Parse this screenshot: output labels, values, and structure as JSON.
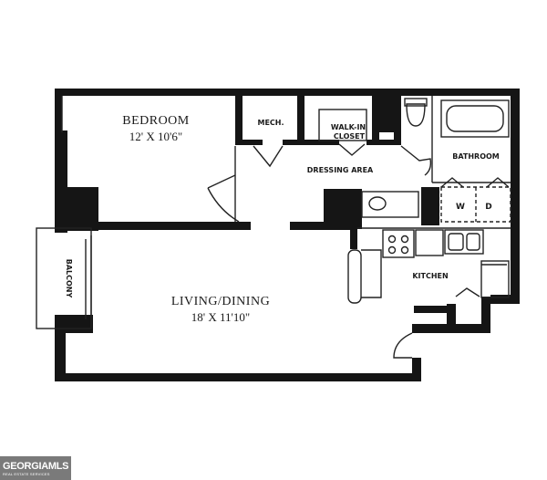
{
  "rooms": {
    "bedroom": {
      "name": "BEDROOM",
      "size": "12' X 10'6\""
    },
    "living_dining": {
      "name": "LIVING/DINING",
      "size": "18' X 11'10\""
    },
    "mech": "MECH.",
    "walk_in_closet": [
      "WALK-IN",
      "CLOSET"
    ],
    "dressing_area": "DRESSING AREA",
    "bathroom": "BATHROOM",
    "kitchen": "KITCHEN",
    "balcony": "BALCONY",
    "washer": "W",
    "dryer": "D"
  },
  "watermark": {
    "main": "GEORGIAMLS",
    "sub": "REAL ESTATE SERVICES"
  },
  "colors": {
    "wall": "#151515",
    "line": "#222222",
    "paper": "#ffffff",
    "watermark_bg": "#7a7a7a"
  }
}
